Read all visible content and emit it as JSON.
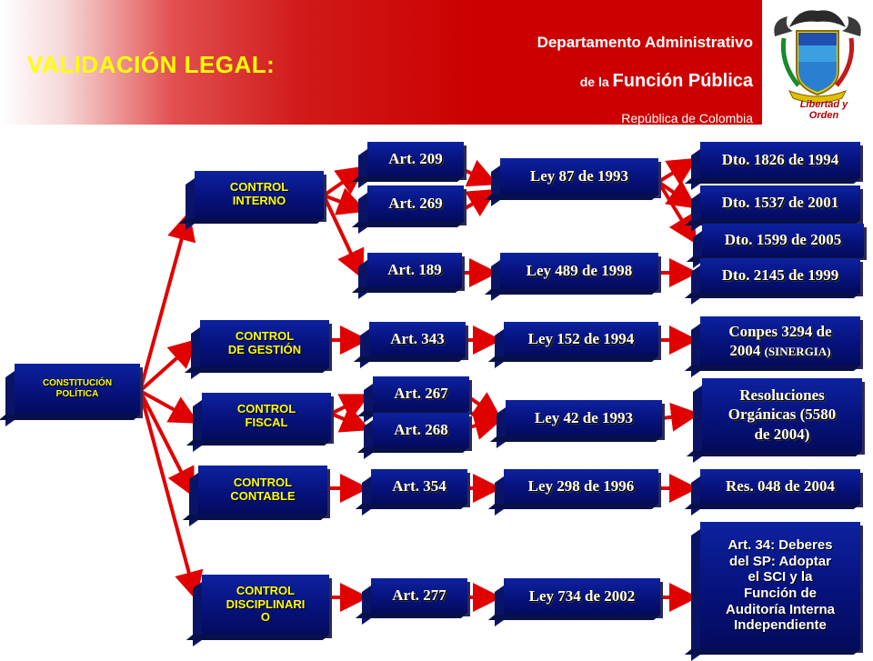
{
  "header": {
    "title": "VALIDACIÓN LEGAL:",
    "department_line1": "Departamento Administrativo",
    "department_line2_prefix": "de la ",
    "department_line2_main": "Función Pública",
    "department_line3": "República de Colombia",
    "seal_motto": "Libertad y Orden"
  },
  "colors": {
    "header_red": "#cc0000",
    "title_yellow": "#ffff00",
    "box_blue": "#06127c",
    "arrow_red": "#e00000"
  },
  "root": {
    "line1": "CONSTITUCIÓN",
    "line2": "POLÍTICA"
  },
  "controls": [
    {
      "line1": "CONTROL",
      "line2": "INTERNO"
    },
    {
      "line1": "CONTROL",
      "line2": "DE GESTIÓN"
    },
    {
      "line1": "CONTROL",
      "line2": "FISCAL"
    },
    {
      "line1": "CONTROL",
      "line2": "CONTABLE"
    },
    {
      "line1": "CONTROL",
      "line2": "DISCIPLINARI",
      "line3": "O"
    }
  ],
  "articles": [
    "Art. 209",
    "Art. 269",
    "Art. 189",
    "Art. 343",
    "Art. 267",
    "Art. 268",
    "Art. 354",
    "Art. 277"
  ],
  "laws": [
    "Ley 87 de 1993",
    "Ley 489 de 1998",
    "Ley 152 de 1994",
    "Ley 42 de 1993",
    "Ley 298 de 1996",
    "Ley 734 de 2002"
  ],
  "regulations": {
    "dto_1826": "Dto. 1826 de 1994",
    "dto_1537": "Dto. 1537 de 2001",
    "dto_1599": "Dto. 1599 de 2005",
    "dto_2145": "Dto. 2145 de 1999",
    "conpes_line1": "Conpes 3294 de",
    "conpes_line2a": "2004 ",
    "conpes_line2b": "(SINERGIA)",
    "resol_line1": "Resoluciones",
    "resol_line2": "Orgánicas (5580",
    "resol_line3": "de 2004)",
    "res_048": "Res. 048 de 2004",
    "art34_lines": [
      "Art. 34: Deberes",
      "del SP: Adoptar",
      "el SCI y la",
      "Función de",
      "Auditoría Interna",
      "Independiente"
    ]
  }
}
